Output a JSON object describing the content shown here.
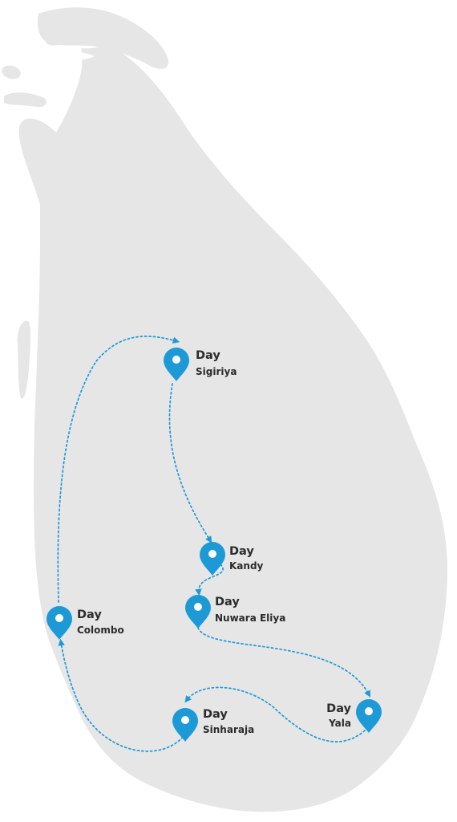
{
  "colors": {
    "land": "#e6e6e6",
    "pin": "#1d9ad6",
    "route": "#1d9ad6",
    "text": "#2b2b2b"
  },
  "stops": [
    {
      "id": "sigiriya",
      "day": "Day",
      "name": "Sigiriya",
      "icon": "map-pin-icon"
    },
    {
      "id": "kandy",
      "day": "Day",
      "name": "Kandy",
      "icon": "map-pin-icon"
    },
    {
      "id": "nuwara-eliya",
      "day": "Day",
      "name": "Nuwara Eliya",
      "icon": "map-pin-icon"
    },
    {
      "id": "colombo",
      "day": "Day",
      "name": "Colombo",
      "icon": "map-pin-icon"
    },
    {
      "id": "sinharaja",
      "day": "Day",
      "name": "Sinharaja",
      "icon": "map-pin-icon"
    },
    {
      "id": "yala",
      "day": "Day",
      "name": "Yala",
      "icon": "map-pin-icon"
    }
  ]
}
